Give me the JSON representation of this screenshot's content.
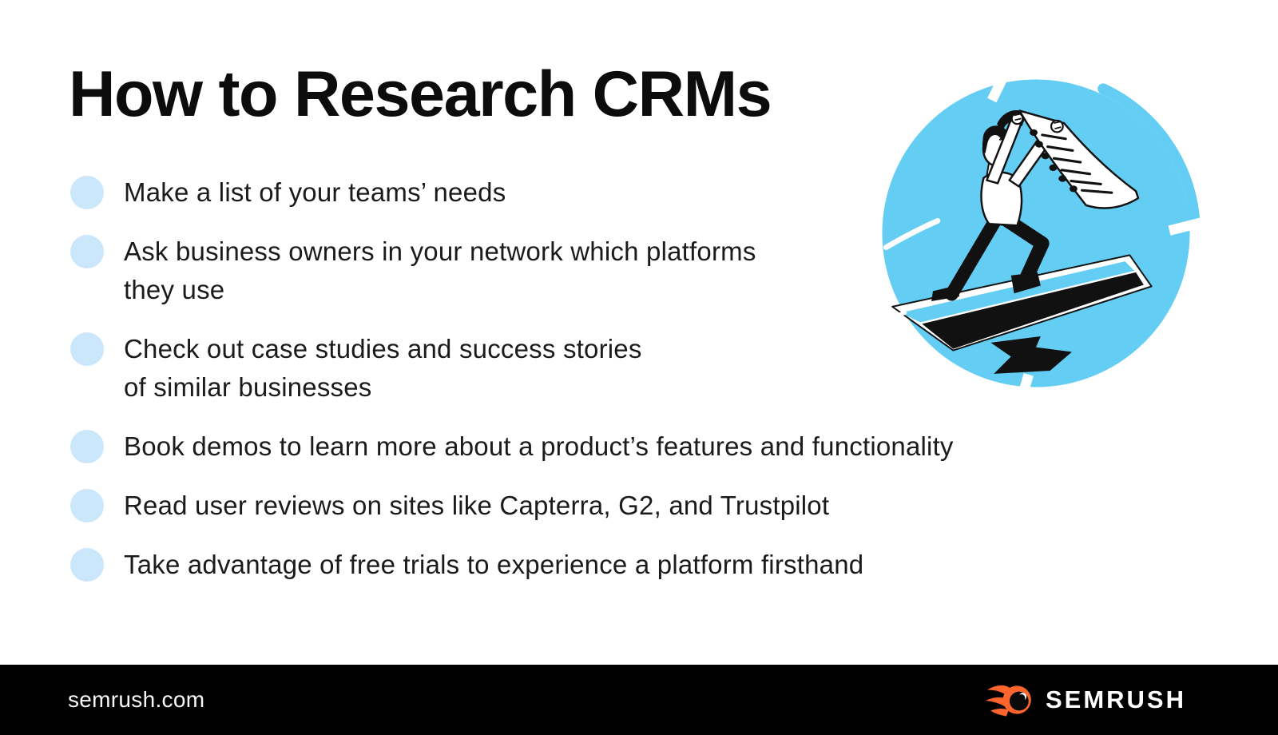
{
  "title": "How to Research CRMs",
  "colors": {
    "illustration_blue": "#64cdf4",
    "bullet_blue": "#cbe7fb",
    "brand_orange": "#ff642d",
    "footer_bar": "#000000",
    "text": "#1b1b1b"
  },
  "list": {
    "items": [
      {
        "text": "Make a list of your teams’ needs"
      },
      {
        "text": "Ask business owners in your network which platforms\nthey use"
      },
      {
        "text": "Check out case studies and success stories\nof similar businesses"
      },
      {
        "text": "Book demos to learn more about a product’s features and functionality"
      },
      {
        "text": "Read user reviews on sites like Capterra, G2, and Trustpilot"
      },
      {
        "text": "Take advantage of free trials to experience a platform firsthand"
      }
    ]
  },
  "illustration": {
    "name": "person-climbing-arrow-steps-holding-checklist"
  },
  "footer": {
    "site": "semrush.com",
    "brand": "SEMRUSH"
  }
}
